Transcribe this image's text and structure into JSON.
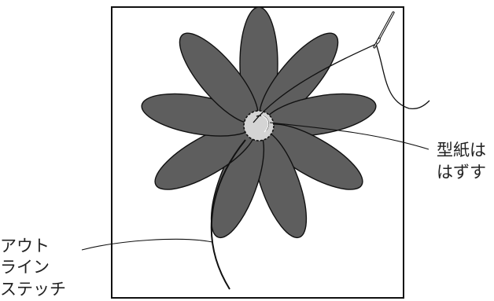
{
  "labels": {
    "template_note_line1": "型紙は",
    "template_note_line2": "はずす",
    "stitch_line1": "アウト",
    "stitch_line2": "ライン",
    "stitch_line3": "ステッチ"
  },
  "colors": {
    "petal_fill": "#5e5e5e",
    "center_fill": "#d4d4d4",
    "outline": "#111111",
    "label_text": "#222222"
  },
  "icons": {
    "needle": "sewing-needle-icon"
  }
}
